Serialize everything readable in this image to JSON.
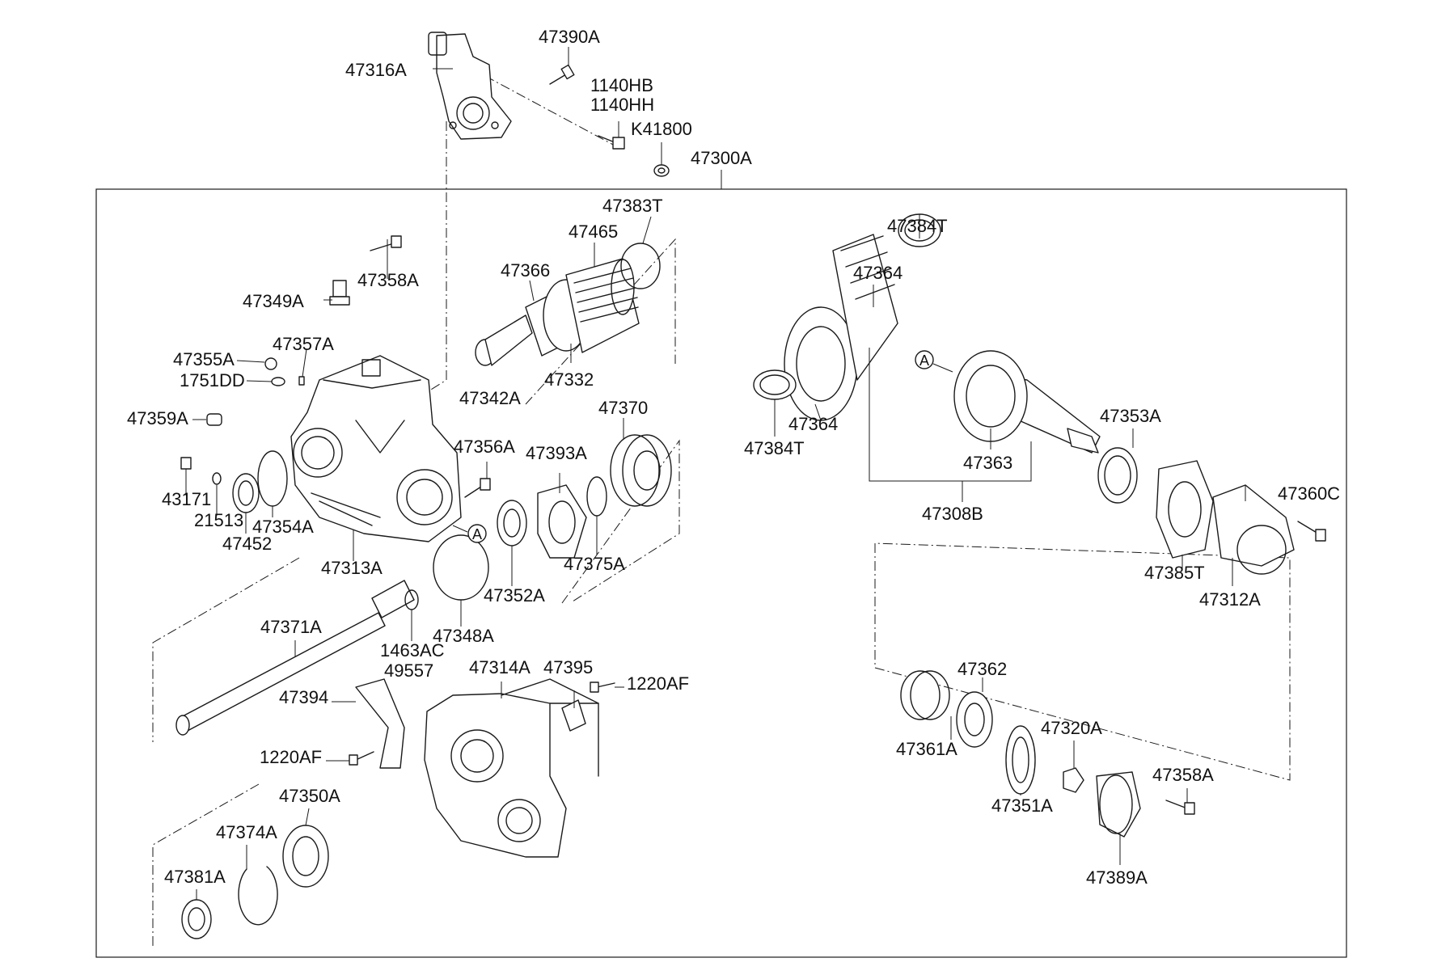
{
  "labels": {
    "p47390A": "47390A",
    "p47316A": "47316A",
    "p1140HB": "1140HB",
    "p1140HH": "1140HH",
    "pK41800": "K41800",
    "p47300A": "47300A",
    "p47383T": "47383T",
    "p47465": "47465",
    "p47366": "47366",
    "p47358A_top": "47358A",
    "p47349A": "47349A",
    "p47357A": "47357A",
    "p47355A": "47355A",
    "p1751DD": "1751DD",
    "p47332": "47332",
    "p47342A": "47342A",
    "p47370": "47370",
    "p47359A": "47359A",
    "p47356A": "47356A",
    "p47393A": "47393A",
    "p43171": "43171",
    "p21513": "21513",
    "p47354A": "47354A",
    "p47452": "47452",
    "p47313A": "47313A",
    "p47352A": "47352A",
    "p47375A": "47375A",
    "p47348A": "47348A",
    "p47371A": "47371A",
    "p1463AC": "1463AC",
    "p49557": "49557",
    "p47314A": "47314A",
    "p47395": "47395",
    "p1220AF_right": "1220AF",
    "p47394": "47394",
    "p1220AF_left": "1220AF",
    "p47350A": "47350A",
    "p47374A": "47374A",
    "p47381A": "47381A",
    "p47384T_top": "47384T",
    "p47364_top": "47364",
    "p47364_bottom": "47364",
    "p47384T_left": "47384T",
    "p47363": "47363",
    "p47353A": "47353A",
    "p47308B": "47308B",
    "p47360C": "47360C",
    "p47385T": "47385T",
    "p47312A": "47312A",
    "p47362": "47362",
    "p47361A": "47361A",
    "p47320A": "47320A",
    "p47351A": "47351A",
    "p47358A_bottom": "47358A",
    "p47389A": "47389A"
  },
  "markers": {
    "ref_a_left": "A",
    "ref_a_right": "A"
  }
}
